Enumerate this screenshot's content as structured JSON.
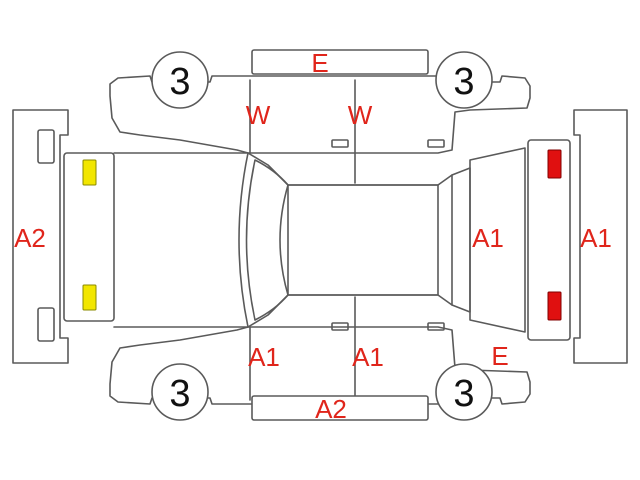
{
  "colors": {
    "outline": "#5a5a5a",
    "code_text": "#e0251b",
    "front_lamp": "#f2e600",
    "rear_lamp": "#e01010",
    "background": "#ffffff"
  },
  "wheels": {
    "front_left": "3",
    "rear_left": "3",
    "front_right": "3",
    "rear_right": "3"
  },
  "codes": {
    "roof_side_top": "E",
    "front_door_top": "W",
    "rear_door_top": "W",
    "front_bumper": "A2",
    "rear_hatch": "A1",
    "rear_bumper": "A1",
    "front_door_bottom": "A1",
    "rear_door_bottom": "A1",
    "rear_quarter_bottom": "E",
    "sill_bottom": "A2"
  }
}
